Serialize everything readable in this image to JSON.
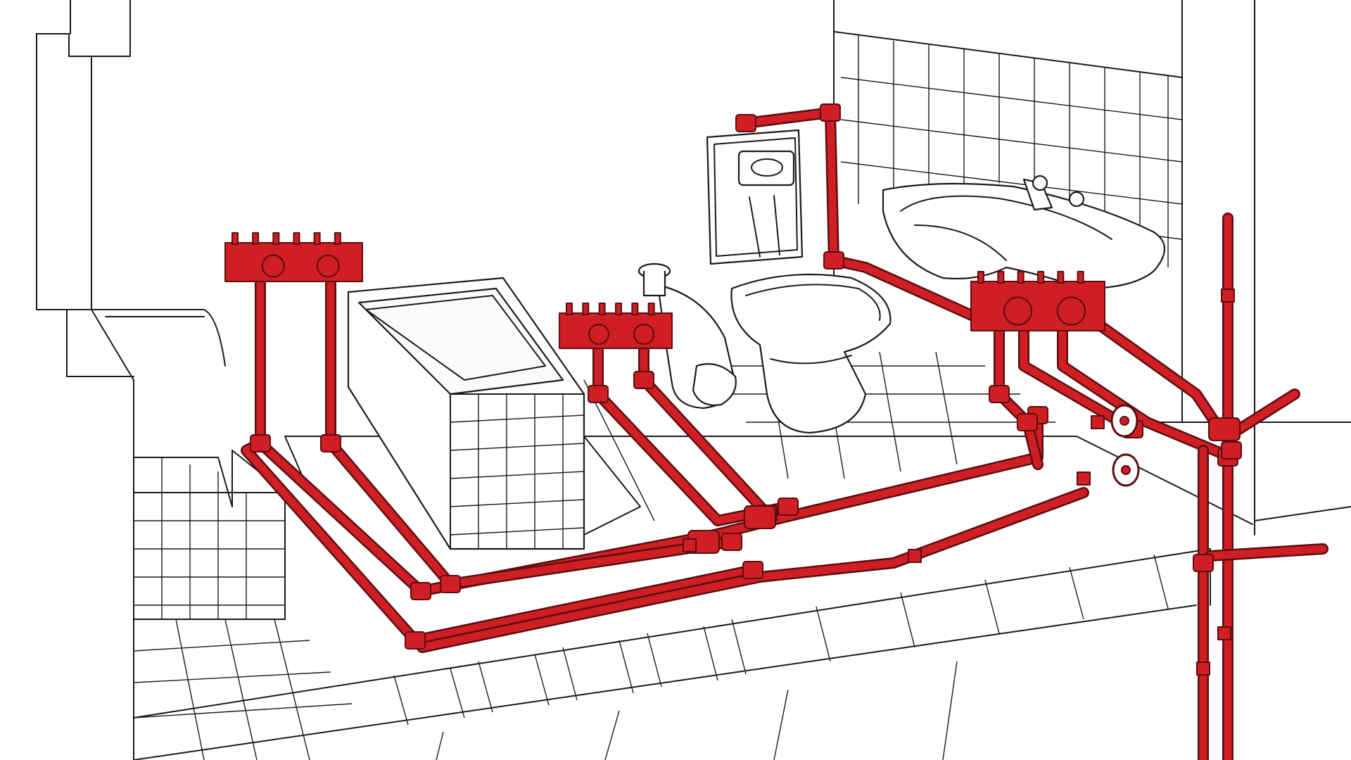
{
  "illustration": {
    "subject": "bathroom-plumbing-cutaway",
    "colors": {
      "pipe": "#d01f24",
      "pipe_outline": "#5a0d0f",
      "ink": "#1a1a1a",
      "paper": "#ffffff"
    },
    "fixtures": [
      "bathtub",
      "toilet",
      "cistern",
      "bidet",
      "washbasin"
    ],
    "icons": [
      "mixer-valve-icon",
      "shutoff-valve-icon",
      "tee-fitting-icon",
      "elbow-fitting-icon"
    ]
  }
}
